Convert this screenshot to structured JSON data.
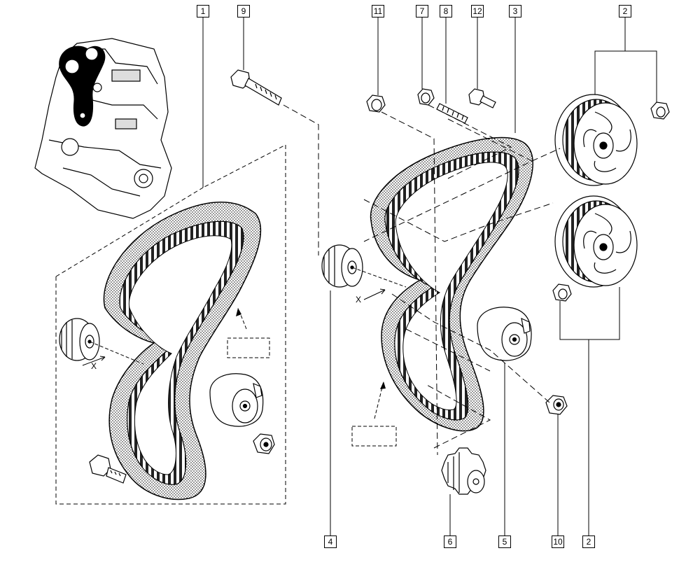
{
  "callouts": {
    "c1": "1",
    "c9": "9",
    "c11": "11",
    "c7": "7",
    "c8": "8",
    "c12": "12",
    "c3": "3",
    "c2_top": "2",
    "c4": "4",
    "c6": "6",
    "c5": "5",
    "c10": "10",
    "c2_bottom": "2"
  },
  "axis_labels": {
    "left_x": "X",
    "right_x": "X"
  },
  "colors": {
    "line": "#000000",
    "background": "#ffffff",
    "belt_fill": "#e8e8e8",
    "engine_fill": "#d9d9d9"
  }
}
